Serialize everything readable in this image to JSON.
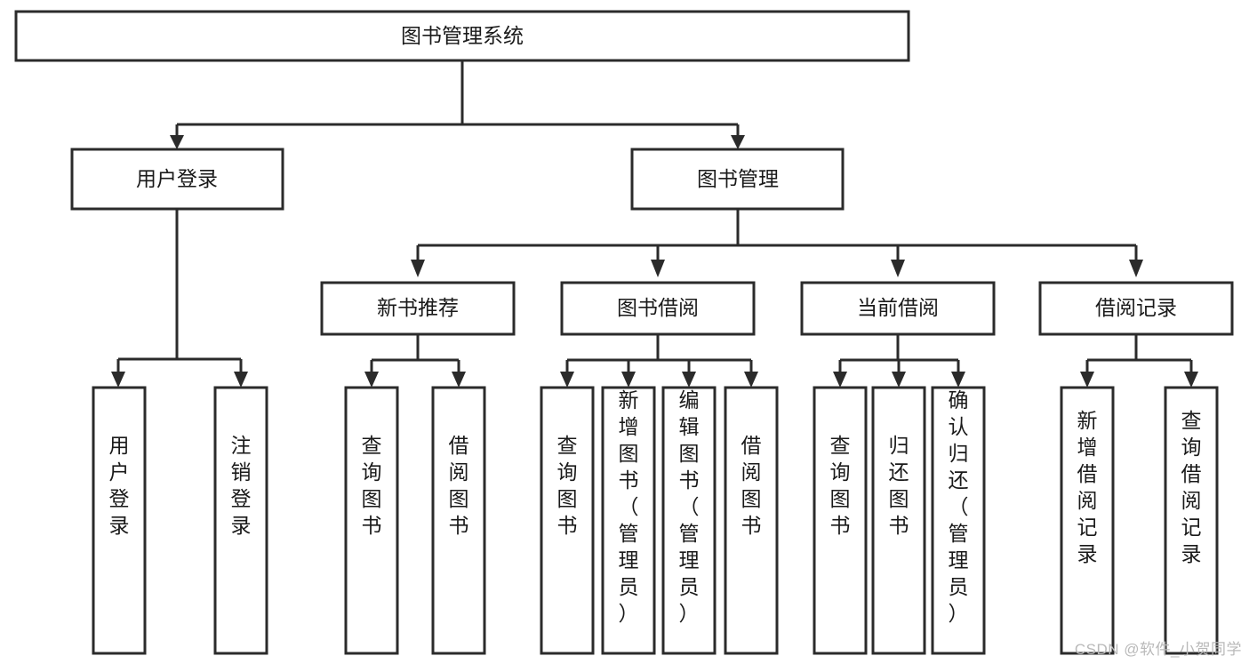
{
  "diagram": {
    "type": "tree",
    "title": "图书管理系统",
    "root": {
      "id": "root",
      "label": "图书管理系统",
      "orientation": "horizontal"
    },
    "level2": [
      {
        "id": "user-login",
        "label": "用户登录",
        "orientation": "horizontal"
      },
      {
        "id": "book-manage",
        "label": "图书管理",
        "orientation": "horizontal"
      }
    ],
    "level3": [
      {
        "id": "new-book-recommend",
        "label": "新书推荐",
        "orientation": "horizontal",
        "parent": "book-manage"
      },
      {
        "id": "book-borrow",
        "label": "图书借阅",
        "orientation": "horizontal",
        "parent": "book-manage"
      },
      {
        "id": "current-borrow",
        "label": "当前借阅",
        "orientation": "horizontal",
        "parent": "book-manage"
      },
      {
        "id": "borrow-record",
        "label": "借阅记录",
        "orientation": "horizontal",
        "parent": "book-manage"
      }
    ],
    "leaves": [
      {
        "id": "leaf-user-login",
        "label": "用户登录",
        "orientation": "vertical",
        "parent": "user-login"
      },
      {
        "id": "leaf-user-logout",
        "label": "注销登录",
        "orientation": "vertical",
        "parent": "user-login"
      },
      {
        "id": "leaf-query-book-1",
        "label": "查询图书",
        "orientation": "vertical",
        "parent": "new-book-recommend"
      },
      {
        "id": "leaf-borrow-book-1",
        "label": "借阅图书",
        "orientation": "vertical",
        "parent": "new-book-recommend"
      },
      {
        "id": "leaf-query-book-2",
        "label": "查询图书",
        "orientation": "vertical",
        "parent": "book-borrow"
      },
      {
        "id": "leaf-add-book",
        "label": "新增图书（管理员）",
        "orientation": "vertical",
        "parent": "book-borrow"
      },
      {
        "id": "leaf-edit-book",
        "label": "编辑图书（管理员）",
        "orientation": "vertical",
        "parent": "book-borrow"
      },
      {
        "id": "leaf-borrow-book-2",
        "label": "借阅图书",
        "orientation": "vertical",
        "parent": "book-borrow"
      },
      {
        "id": "leaf-query-book-3",
        "label": "查询图书",
        "orientation": "vertical",
        "parent": "current-borrow"
      },
      {
        "id": "leaf-return-book",
        "label": "归还图书",
        "orientation": "vertical",
        "parent": "current-borrow"
      },
      {
        "id": "leaf-confirm-return",
        "label": "确认归还（管理员）",
        "orientation": "vertical",
        "parent": "current-borrow"
      },
      {
        "id": "leaf-add-record",
        "label": "新增借阅记录",
        "orientation": "vertical",
        "parent": "borrow-record"
      },
      {
        "id": "leaf-query-record",
        "label": "查询借阅记录",
        "orientation": "vertical",
        "parent": "borrow-record"
      }
    ],
    "colors": {
      "background": "#ffffff",
      "box_fill": "#ffffff",
      "box_stroke": "#2b2b2b",
      "text": "#1a1a1a",
      "watermark": "#b9b9b9"
    }
  },
  "watermark": {
    "text": "CSDN @软件_小贺同学"
  }
}
